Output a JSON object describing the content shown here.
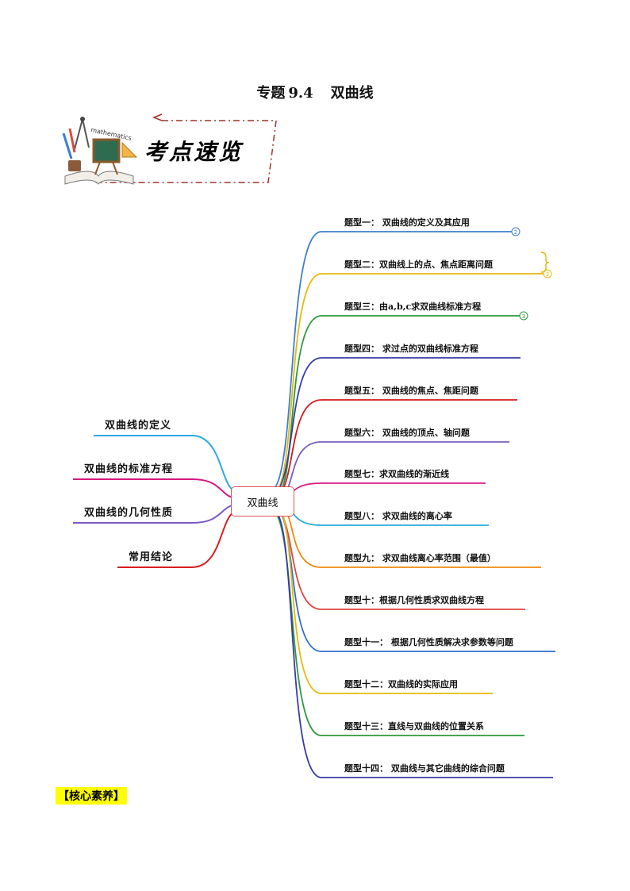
{
  "title": {
    "prefix": "专题",
    "number": "9.4",
    "name": "双曲线"
  },
  "banner": {
    "text": "考点速览",
    "ribbon_text": "mathematics",
    "icon": "math-tools-illustration"
  },
  "mindmap": {
    "center": "双曲线",
    "left": [
      {
        "label": "双曲线的定义",
        "color": "#2aa9e0"
      },
      {
        "label": "双曲线的标准方程",
        "color": "#d6187e"
      },
      {
        "label": "双曲线的几何性质",
        "color": "#7b59c7"
      },
      {
        "label": "常用结论",
        "color": "#d91e1e"
      }
    ],
    "right": [
      {
        "label": "题型一： 双曲线的定义及其应用",
        "color": "#3d7fd0",
        "badge": "2"
      },
      {
        "label": "题型二：双曲线上的点、焦点距离问题",
        "color": "#e8b80d",
        "badge": "3"
      },
      {
        "label": "题型三：由a,b,c求双曲线标准方程",
        "color": "#2e9a3a",
        "badge": "3"
      },
      {
        "label": "题型四：  求过点的双曲线标准方程",
        "color": "#3a3aa8"
      },
      {
        "label": "题型五： 双曲线的焦点、焦距问题",
        "color": "#d11a1a"
      },
      {
        "label": "题型六：  双曲线的顶点、轴问题",
        "color": "#7a5cc0"
      },
      {
        "label": "题型七：求双曲线的渐近线",
        "color": "#d91e84"
      },
      {
        "label": "题型八：  求双曲线的离心率",
        "color": "#2aa9e0"
      },
      {
        "label": "题型九：  求双曲线离心率范围（最值）",
        "color": "#f08a0c"
      },
      {
        "label": "题型十：根据几何性质求双曲线方程",
        "color": "#e0453a"
      },
      {
        "label": "题型十一：  根据几何性质解决求参数等问题",
        "color": "#2f6fcc"
      },
      {
        "label": "题型十二：双曲线的实际应用",
        "color": "#e8b80d"
      },
      {
        "label": "题型十三：直线与双曲线的位置关系",
        "color": "#2e9a3a"
      },
      {
        "label": "题型十四：  双曲线与其它曲线的综合问题",
        "color": "#3a3aa8"
      }
    ]
  },
  "core": "【核心素养】"
}
